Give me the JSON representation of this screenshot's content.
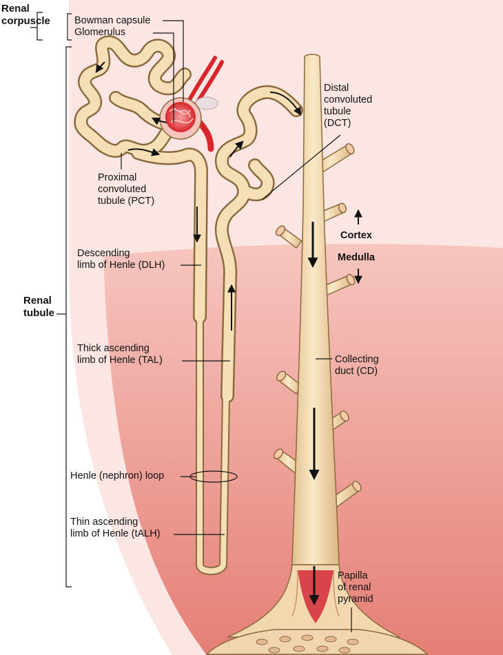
{
  "labels": {
    "renal_corpuscle": [
      "Renal",
      "corpuscle"
    ],
    "bowman_capsule": "Bowman capsule",
    "glomerulus": "Glomerulus",
    "renal_tubule": [
      "Renal",
      "tubule"
    ],
    "pct": [
      "Proximal",
      "convoluted",
      "tubule (PCT)"
    ],
    "dlh": [
      "Descending",
      "limb of Henle (DLH)"
    ],
    "tal": [
      "Thick ascending",
      "limb of Henle (TAL)"
    ],
    "henle_loop": "Henle (nephron) loop",
    "talh": [
      "Thin ascending",
      "limb of Henle (tALH)"
    ],
    "dct": [
      "Distal",
      "convoluted",
      "tubule",
      "(DCT)"
    ],
    "cortex": "Cortex",
    "medulla": "Medulla",
    "collecting_duct": [
      "Collecting",
      "duct (CD)"
    ],
    "papilla": [
      "Papilla",
      "of renal",
      "pyramid"
    ]
  },
  "colors": {
    "tubule_fill": "#f6dfb6",
    "tubule_outline": "#8a6a3c",
    "cortex_bg": "#fbe3e1",
    "medulla_bg": "#eb8f86",
    "glomerulus": "#e02a2f",
    "line": "#111111"
  }
}
